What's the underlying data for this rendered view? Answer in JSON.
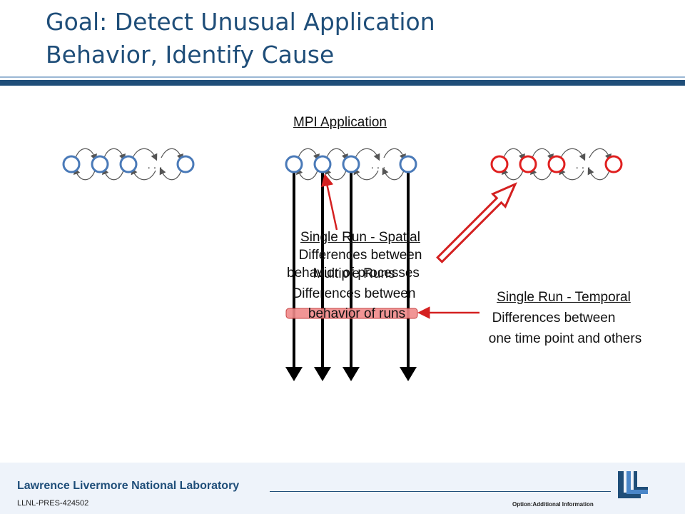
{
  "slide": {
    "title_line1": "Goal: Detect Unusual Application",
    "title_line2": "Behavior, Identify Cause"
  },
  "diagram": {
    "mpi_label": "MPI Application",
    "ellipsis": ". . .",
    "spatial_heading": "Single Run - Spatial",
    "spatial_line1": "Differences between",
    "spatial_line2": "behavior of processes",
    "multi_heading": "Multiple Runs",
    "multi_line1": "Differences between",
    "multi_line2": "behavior of runs",
    "temporal_heading": "Single Run - Temporal",
    "temporal_line1": "Differences between",
    "temporal_line2": "one time point and others"
  },
  "colors": {
    "title": "#1f4e79",
    "node_normal": "#4a7ab8",
    "node_anomalous": "#e02020",
    "arrow_red": "#d42020"
  },
  "footer": {
    "lab_name": "Lawrence Livermore National Laboratory",
    "pres_id": "LLNL-PRES-424502",
    "note": "Option:Additional Information"
  }
}
